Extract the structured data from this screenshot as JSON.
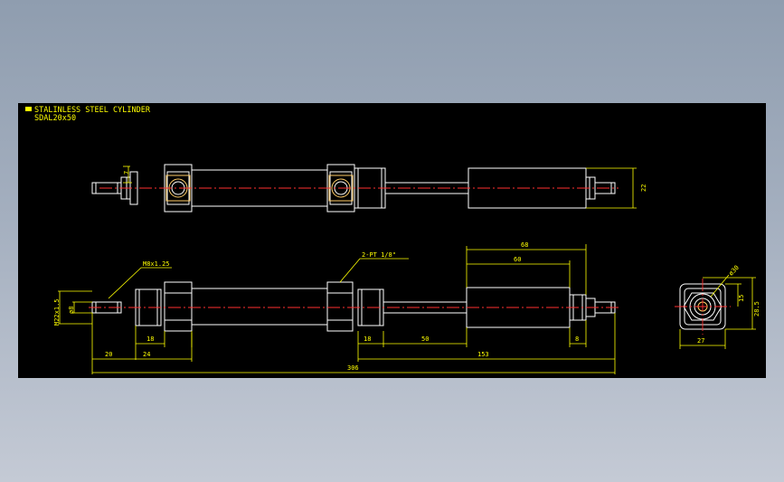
{
  "title": {
    "line1": "STALINLESS STEEL CYLINDER",
    "line2": "SDAL20x50"
  },
  "dimensions": {
    "top_seven": "7",
    "top_twentytwo": "22",
    "thread_m8": "M8x1.25",
    "port": "2-PT 1/8\"",
    "m22": "M22x1.5",
    "phi8": "ø8",
    "d68": "68",
    "d60": "60",
    "d18a": "18",
    "d18b": "18",
    "d50": "50",
    "d8": "8",
    "d20": "20",
    "d24": "24",
    "d153": "153",
    "d306": "306",
    "phi30": "ø30",
    "d15": "15",
    "d28_5": "28.5",
    "d27": "27"
  },
  "colors": {
    "background": "#000000",
    "dimension": "#ffff00",
    "outline": "#ffffff",
    "centerline": "#ff3030",
    "border": "#ffcc66"
  }
}
